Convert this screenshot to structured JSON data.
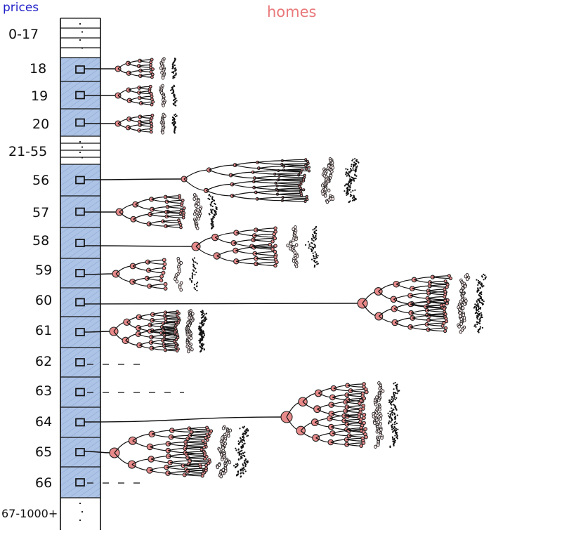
{
  "header": {
    "prices_label": "prices",
    "homes_label": "homes"
  },
  "rows": [
    {
      "label": "0-17",
      "kind": "range"
    },
    {
      "label": "18",
      "kind": "bucket",
      "tree": "tiny"
    },
    {
      "label": "19",
      "kind": "bucket",
      "tree": "tiny"
    },
    {
      "label": "20",
      "kind": "bucket",
      "tree": "tiny"
    },
    {
      "label": "21-55",
      "kind": "range"
    },
    {
      "label": "56",
      "kind": "bucket",
      "tree": "far"
    },
    {
      "label": "57",
      "kind": "bucket",
      "tree": "medium"
    },
    {
      "label": "58",
      "kind": "bucket",
      "tree": "far"
    },
    {
      "label": "59",
      "kind": "bucket",
      "tree": "small"
    },
    {
      "label": "60",
      "kind": "bucket",
      "tree": "far"
    },
    {
      "label": "61",
      "kind": "bucket",
      "tree": "medium"
    },
    {
      "label": "62",
      "kind": "bucket",
      "tree": "dashed"
    },
    {
      "label": "63",
      "kind": "bucket",
      "tree": "dashed"
    },
    {
      "label": "64",
      "kind": "bucket",
      "tree": "far"
    },
    {
      "label": "65",
      "kind": "bucket",
      "tree": "medium"
    },
    {
      "label": "66",
      "kind": "bucket",
      "tree": "dashed"
    },
    {
      "label": "67-1000+",
      "kind": "range"
    }
  ],
  "colors": {
    "bucket_fill": "#aec4e6",
    "home_node": "#e98a8a",
    "prices_text": "#2020c8",
    "homes_text": "#e9787a"
  }
}
